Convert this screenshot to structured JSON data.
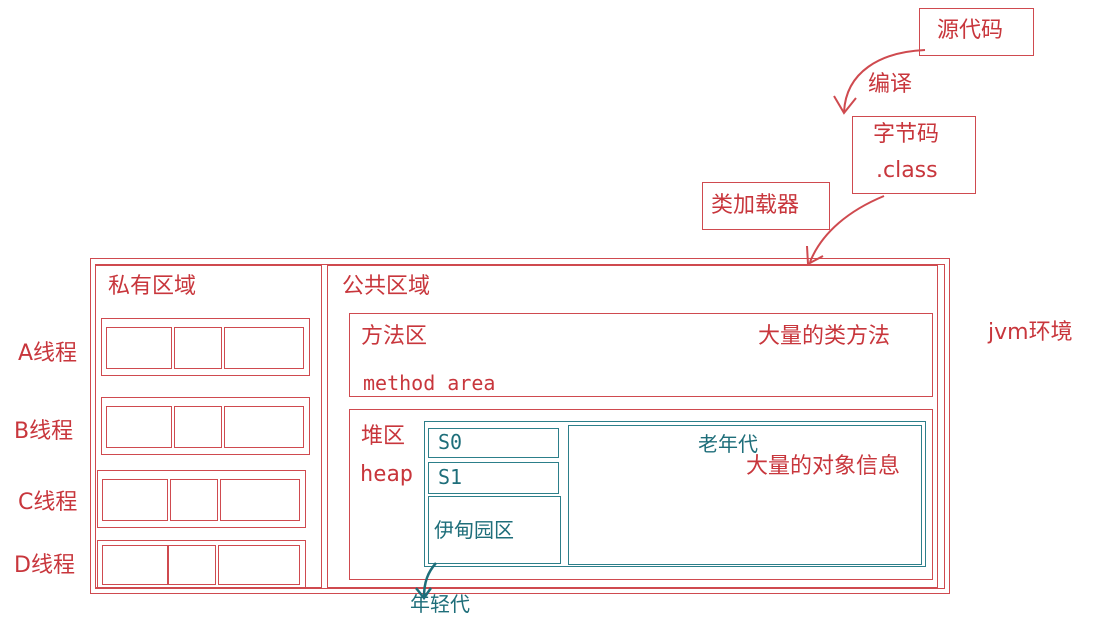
{
  "flow": {
    "source_code": "源代码",
    "compile": "编译",
    "bytecode": "字节码",
    "bytecode_ext": ".class",
    "class_loader": "类加载器"
  },
  "jvm": {
    "label": "jvm环境",
    "private_area": {
      "title": "私有区域",
      "threads": [
        {
          "label": "A线程"
        },
        {
          "label": "B线程"
        },
        {
          "label": "C线程"
        },
        {
          "label": "D线程"
        }
      ]
    },
    "public_area": {
      "title": "公共区域",
      "method_area": {
        "title": "方法区",
        "subtitle": "method area",
        "note": "大量的类方法"
      },
      "heap": {
        "title": "堆区",
        "subtitle": "heap",
        "s0": "S0",
        "s1": "S1",
        "eden": "伊甸园区",
        "old_gen": "老年代",
        "old_gen_note": "大量的对象信息",
        "young_gen": "年轻代"
      }
    }
  },
  "colors": {
    "red": "#c8363c",
    "teal": "#1e6e7a"
  }
}
